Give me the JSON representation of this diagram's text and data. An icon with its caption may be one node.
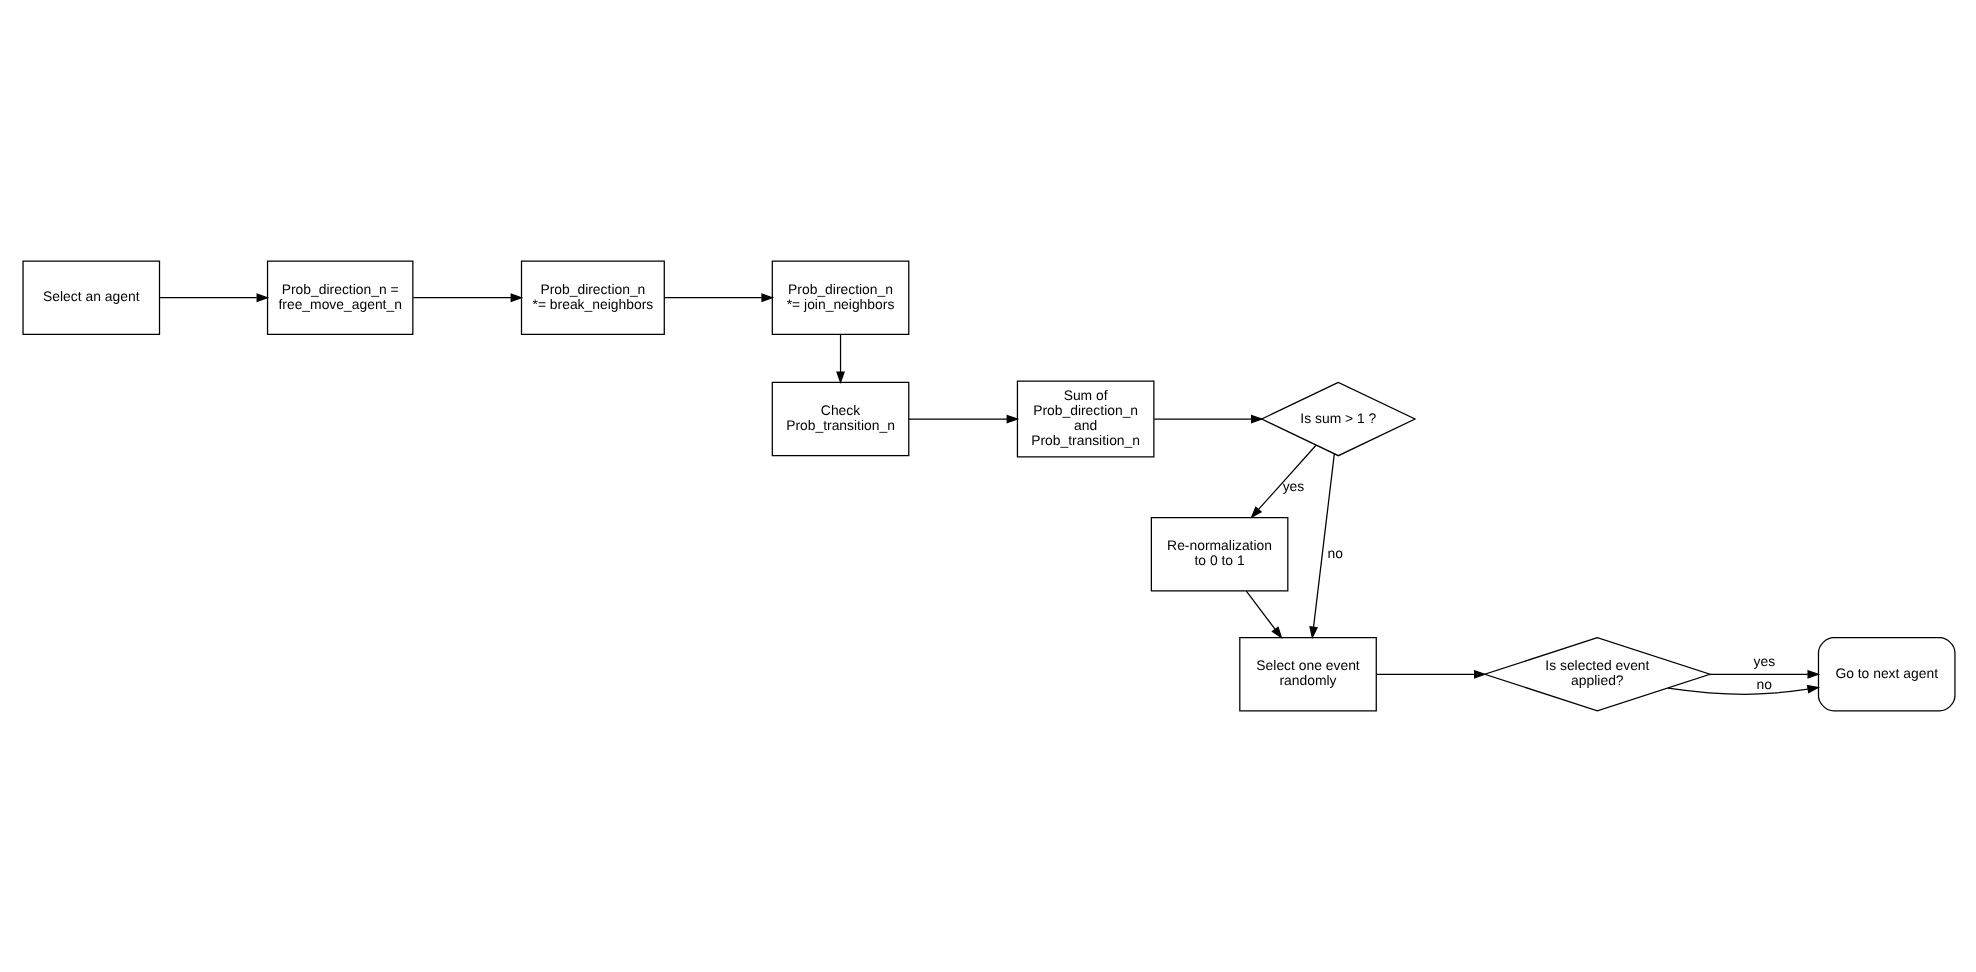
{
  "diagram": {
    "nodes": [
      {
        "text": [
          "Select an agent"
        ]
      },
      {
        "text": [
          "Prob_direction_n = free_move_agent_n"
        ]
      },
      {
        "text": [
          "Prob_direction_n *= break_neighbors"
        ]
      },
      {
        "text": [
          "Prob_direction_n *= join_neighbors"
        ]
      },
      {
        "text": [
          "Check Prob_transition_n"
        ]
      },
      {
        "text": [
          "Sum of Prob_direction_n and Prob_transition_n"
        ]
      },
      {
        "text": [
          "Is sum > 1 ?"
        ]
      },
      {
        "text": [
          "Re-normalization to 0 to 1"
        ]
      },
      {
        "text": [
          "Select one event randomly"
        ]
      },
      {
        "text": [
          "Is selected event applied?"
        ]
      },
      {
        "text": [
          "Go to next agent"
        ]
      }
    ],
    "edges": [
      {
        "from": 0,
        "to": 1,
        "arrow": "to"
      },
      {
        "from": 1,
        "to": 2,
        "arrow": "to"
      },
      {
        "from": 2,
        "to": 3,
        "arrow": "to"
      },
      {
        "from": 3,
        "to": 4,
        "arrow": "to"
      },
      {
        "from": 4,
        "to": 5,
        "arrow": "to"
      },
      {
        "from": 5,
        "to": 6,
        "arrow": "to"
      },
      {
        "from": 6,
        "to": 7,
        "arrow": "to",
        "label": "yes"
      },
      {
        "from": 6,
        "to": 8,
        "arrow": "to",
        "label": "no"
      },
      {
        "from": 7,
        "to": 8,
        "arrow": "to"
      },
      {
        "from": 8,
        "to": 9,
        "arrow": "to"
      },
      {
        "from": 9,
        "to": 10,
        "arrow": "to",
        "label": "yes"
      },
      {
        "from": 9,
        "to": 10,
        "arrow": "to",
        "label": "no"
      }
    ]
  }
}
